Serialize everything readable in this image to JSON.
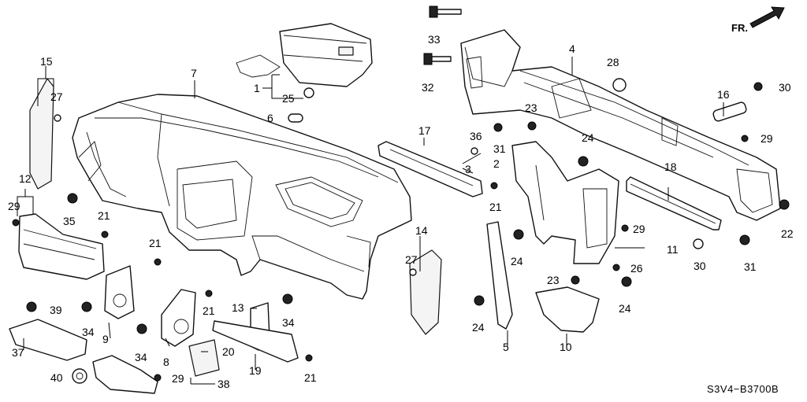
{
  "diagram": {
    "code": "S3V4−B3700B",
    "direction_label": "FR.",
    "labels": {
      "l1": "1",
      "l2": "2",
      "l3": "3",
      "l4": "4",
      "l5": "5",
      "l6": "6",
      "l7": "7",
      "l8": "8",
      "l9": "9",
      "l10": "10",
      "l11": "11",
      "l12": "12",
      "l13": "13",
      "l14": "14",
      "l15": "15",
      "l16": "16",
      "l17": "17",
      "l18": "18",
      "l19": "19",
      "l20": "20",
      "l21a": "21",
      "l21b": "21",
      "l21c": "21",
      "l21d": "21",
      "l21e": "21",
      "l22": "22",
      "l23a": "23",
      "l23b": "23",
      "l24a": "24",
      "l24b": "24",
      "l24c": "24",
      "l24d": "24",
      "l25": "25",
      "l26": "26",
      "l27a": "27",
      "l27b": "27",
      "l28": "28",
      "l29a": "29",
      "l29b": "29",
      "l29c": "29",
      "l29d": "29",
      "l30a": "30",
      "l30b": "30",
      "l31a": "31",
      "l31b": "31",
      "l32": "32",
      "l33": "33",
      "l34a": "34",
      "l34b": "34",
      "l34c": "34",
      "l35": "35",
      "l36": "36",
      "l37": "37",
      "l38": "38",
      "l39": "39",
      "l40": "40"
    }
  }
}
